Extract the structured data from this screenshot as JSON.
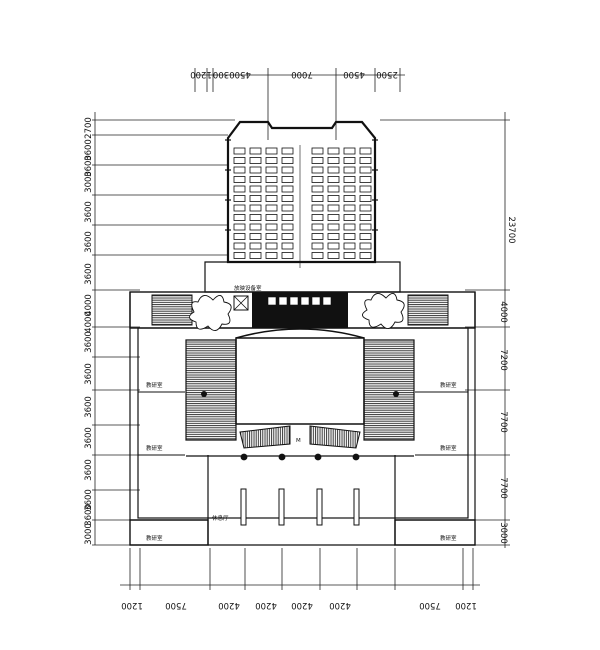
{
  "dimensions": {
    "top": [
      "1200",
      "300",
      "4500",
      "7000",
      "4500",
      "2500"
    ],
    "left": [
      "2700",
      "3600",
      "3600",
      "3000",
      "3600",
      "3600",
      "3600",
      "4000",
      "4000",
      "3600",
      "3600",
      "3600",
      "3600",
      "3600",
      "3600",
      "3600",
      "3000"
    ],
    "right_overall": "23700",
    "right": [
      "4000",
      "7200",
      "7700",
      "7700",
      "3000"
    ],
    "bottom": [
      "1200",
      "7500",
      "4200",
      "4200",
      "4200",
      "4200",
      "7500",
      "1200"
    ]
  },
  "rooms": {
    "projection": "放映设备室",
    "classroom_left_upper": "教研室",
    "classroom_left_lower": "教研室",
    "classroom_right_upper": "教研室",
    "classroom_right_lower": "教研室",
    "corner_left": "教研室",
    "corner_right": "教研室",
    "lounge": "休息厅",
    "stage_mark": "M"
  }
}
